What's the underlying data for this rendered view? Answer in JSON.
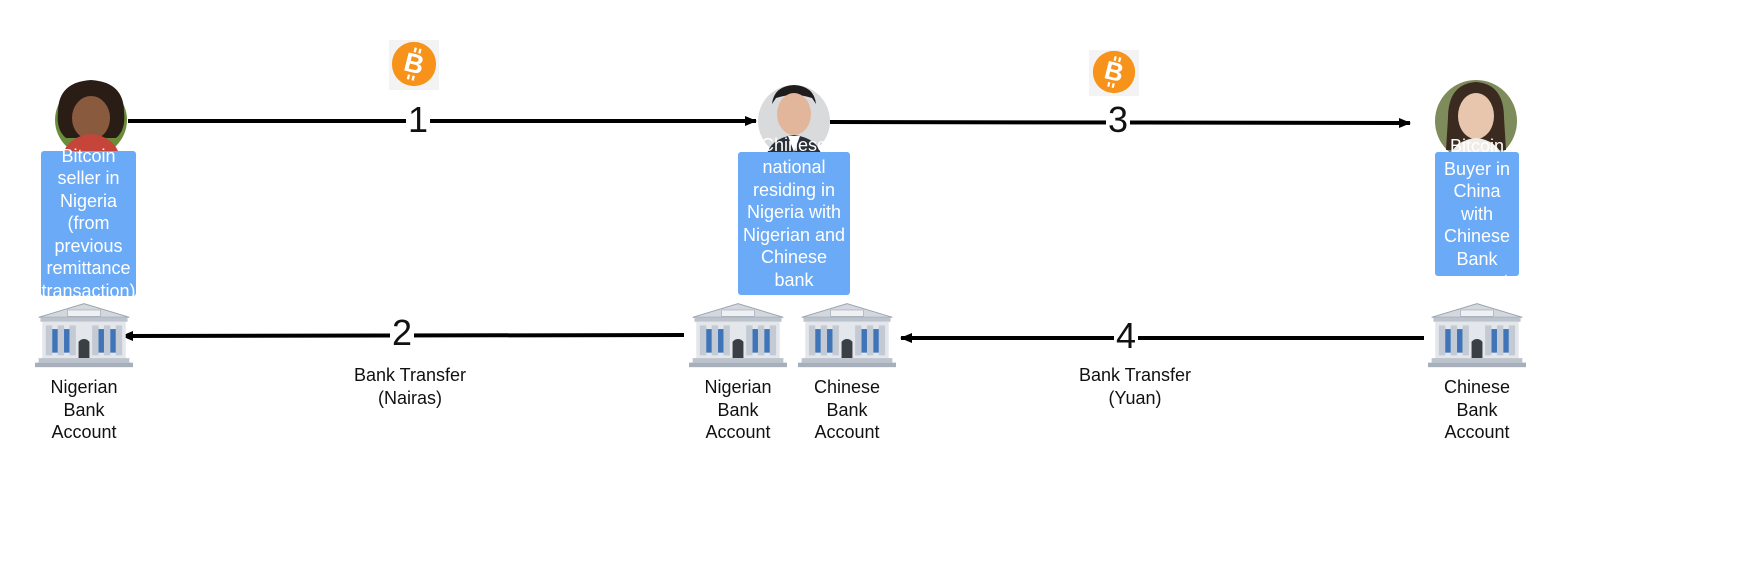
{
  "colors": {
    "label_box": "#6aaaf6",
    "bitcoin": "#f7931a",
    "arrow": "#000000",
    "bank_stone": "#c9ced6",
    "bank_window": "#3f74b8"
  },
  "icons": {
    "bitcoin": "bitcoin-icon",
    "bank": "bank-icon",
    "person": "person-avatar"
  },
  "people": {
    "seller": {
      "label": "Bitcoin seller in Nigeria (from previous remittance transaction)"
    },
    "intermediary": {
      "label": "Chinese national residing in Nigeria with Nigerian and Chinese bank accounts"
    },
    "buyer": {
      "label": "Bitcoin Buyer in China with Chinese Bank account"
    }
  },
  "banks": {
    "seller_bank": {
      "label": "Nigerian Bank Account"
    },
    "intermediary_ng_bank": {
      "label": "Nigerian Bank Account"
    },
    "intermediary_cn_bank": {
      "label": "Chinese Bank Account"
    },
    "buyer_bank": {
      "label": "Chinese Bank Account"
    }
  },
  "steps": {
    "s1": {
      "number": "1"
    },
    "s2": {
      "number": "2",
      "caption_line1": "Bank Transfer",
      "caption_line2": "(Nairas)"
    },
    "s3": {
      "number": "3"
    },
    "s4": {
      "number": "4",
      "caption_line1": "Bank Transfer",
      "caption_line2": "(Yuan)"
    }
  }
}
